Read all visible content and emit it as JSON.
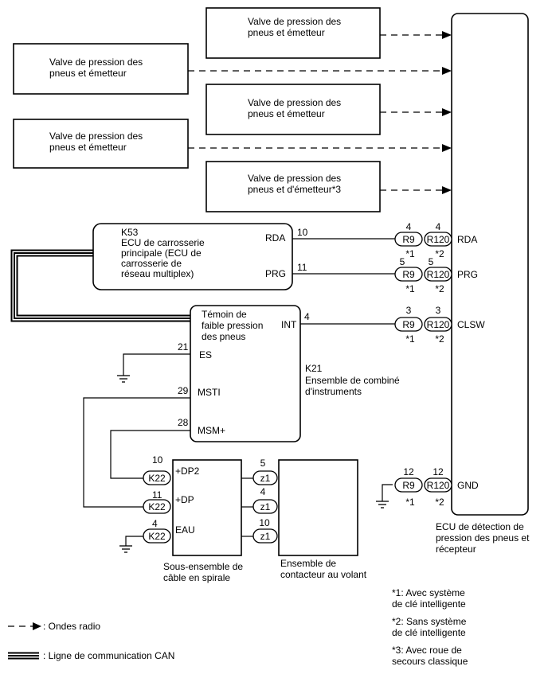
{
  "transmitters": [
    {
      "line1": "Valve de pression des",
      "line2": "pneus et émetteur"
    },
    {
      "line1": "Valve de pression des",
      "line2": "pneus et émetteur"
    },
    {
      "line1": "Valve de pression des",
      "line2": "pneus et émetteur"
    },
    {
      "line1": "Valve de pression des",
      "line2": "pneus et émetteur"
    },
    {
      "line1": "Valve de pression des",
      "line2": "pneus et d'émetteur*3"
    }
  ],
  "k53": {
    "code": "K53",
    "lines": [
      "ECU de carrosserie",
      "principale (ECU de",
      "carrosserie de",
      "réseau multiplex)"
    ],
    "pin_rda": "RDA",
    "pin_prg": "PRG",
    "num_rda": "10",
    "num_prg": "11"
  },
  "k21": {
    "indicator_lines": [
      "Témoin de",
      "faible pression",
      "des pneus"
    ],
    "pin_int": "INT",
    "num_int": "4",
    "pin_es": "ES",
    "num_es": "21",
    "pin_msti": "MSTI",
    "num_msti": "29",
    "pin_msm": "MSM+",
    "num_msm": "28",
    "code": "K21",
    "name_lines": [
      "Ensemble de combiné",
      "d'instruments"
    ]
  },
  "connectors": {
    "r9": "R9",
    "r120": "R120",
    "star1": "*1",
    "star2": "*2",
    "rda": {
      "r9_num": "4",
      "r120_num": "4",
      "label": "RDA"
    },
    "prg": {
      "r9_num": "5",
      "r120_num": "5",
      "label": "PRG"
    },
    "clsw": {
      "r9_num": "3",
      "r120_num": "3",
      "label": "CLSW"
    },
    "gnd": {
      "r9_num": "12",
      "r120_num": "12",
      "label": "GND"
    }
  },
  "receiver": {
    "lines": [
      "ECU de détection de",
      "pression des pneus et",
      "récepteur"
    ]
  },
  "spiral": {
    "k22": "K22",
    "z1": "z1",
    "rows": [
      {
        "k22_num": "10",
        "pin": "+DP2",
        "z1_num": "5"
      },
      {
        "k22_num": "11",
        "pin": "+DP",
        "z1_num": "4"
      },
      {
        "k22_num": "4",
        "pin": "EAU",
        "z1_num": "10"
      }
    ],
    "name_lines": [
      "Sous-ensemble de",
      "câble en spirale"
    ]
  },
  "steering_switch": {
    "name_lines": [
      "Ensemble de",
      "contacteur au volant"
    ]
  },
  "notes": [
    {
      "line1": "*1: Avec système",
      "line2": "de clé intelligente"
    },
    {
      "line1": "*2: Sans système",
      "line2": "de clé intelligente"
    },
    {
      "line1": "*3: Avec roue de",
      "line2": "secours classique"
    }
  ],
  "legend": {
    "radio": ": Ondes radio",
    "can": ": Ligne de communication CAN"
  }
}
